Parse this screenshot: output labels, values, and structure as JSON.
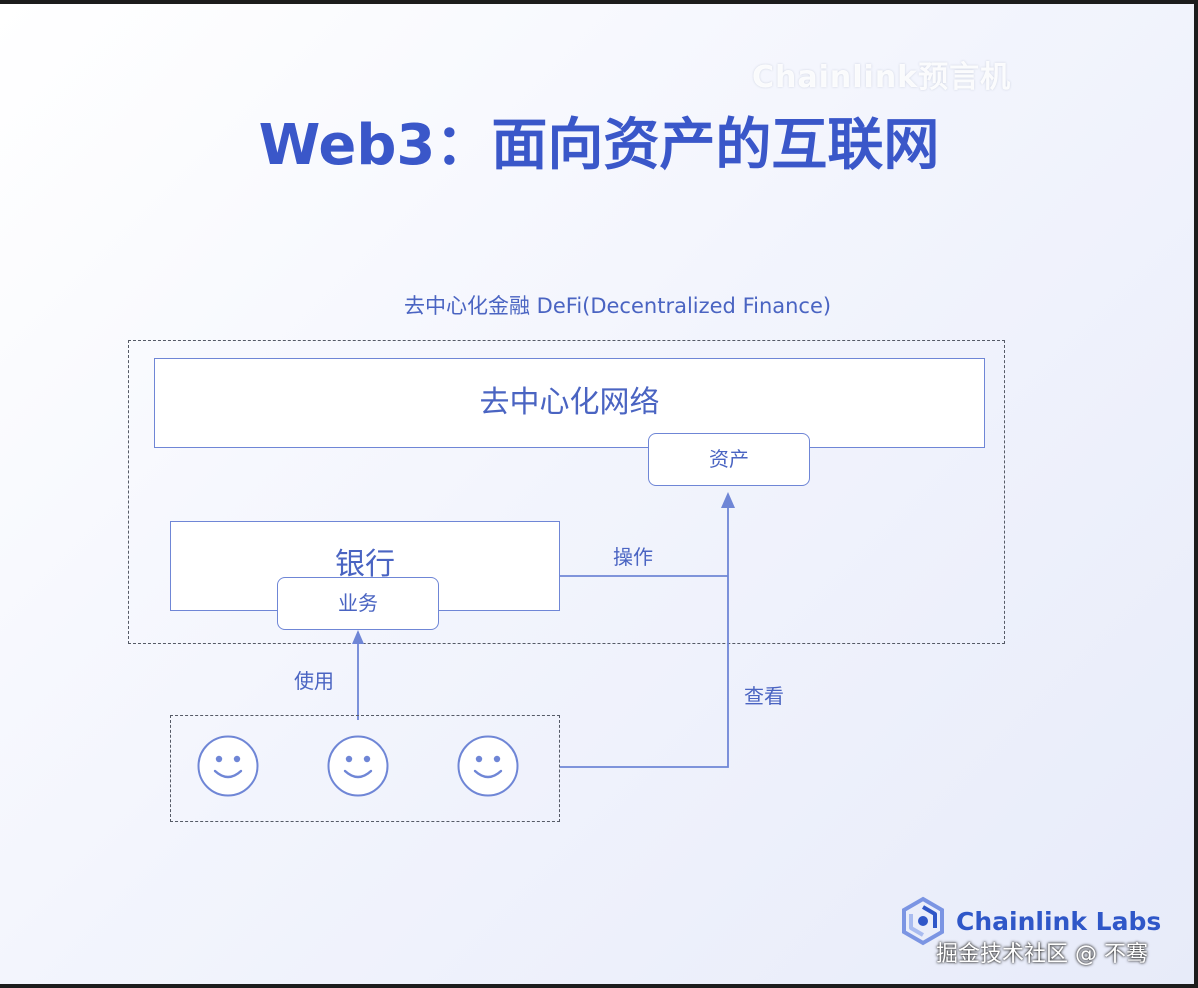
{
  "watermark_top": "Chainlink预言机",
  "title": "Web3：面向资产的互联网",
  "diagram": {
    "defi_label": "去中心化金融 DeFi(Decentralized Finance)",
    "network_label": "去中心化网络",
    "asset_label": "资产",
    "bank_label": "银行",
    "business_label": "业务",
    "edges": {
      "operate": "操作",
      "use": "使用",
      "view": "查看"
    },
    "users": [
      "smiley-face-icon",
      "smiley-face-icon",
      "smiley-face-icon"
    ]
  },
  "brand": {
    "name": "Chainlink Labs",
    "logo": "chainlink-labs-logo-icon"
  },
  "footer_watermark": "掘金技术社区 @ 不骞",
  "colors": {
    "title": "#3a57c9",
    "node_border": "#6f86d6",
    "text": "#4a64c2",
    "dashed_border": "#555a66",
    "brand": "#2f57c8"
  }
}
